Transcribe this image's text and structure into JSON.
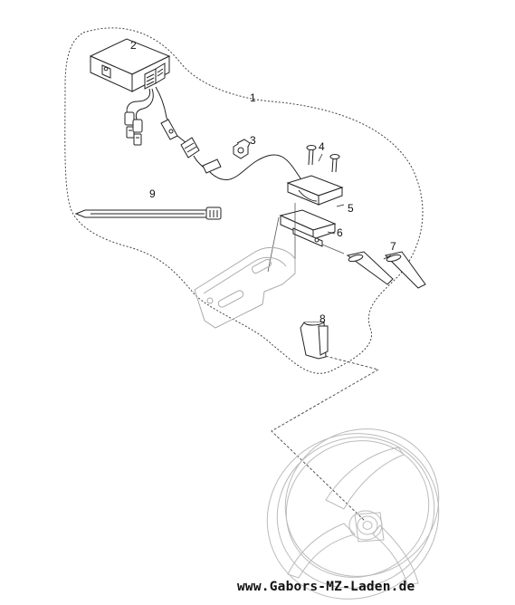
{
  "diagram": {
    "parts": [
      {
        "number": "1",
        "name": "harness-group"
      },
      {
        "number": "2",
        "name": "control-unit"
      },
      {
        "number": "3",
        "name": "nut"
      },
      {
        "number": "4",
        "name": "screw"
      },
      {
        "number": "5",
        "name": "sensor"
      },
      {
        "number": "6",
        "name": "bracket-plate"
      },
      {
        "number": "7",
        "name": "pins"
      },
      {
        "number": "8",
        "name": "clip"
      },
      {
        "number": "9",
        "name": "cable-tie"
      }
    ]
  },
  "footer": {
    "url": "www.Gabors-MZ-Laden.de"
  },
  "colors": {
    "line": "#222222",
    "ghost": "#bbbbbb",
    "dash": "#444444"
  }
}
